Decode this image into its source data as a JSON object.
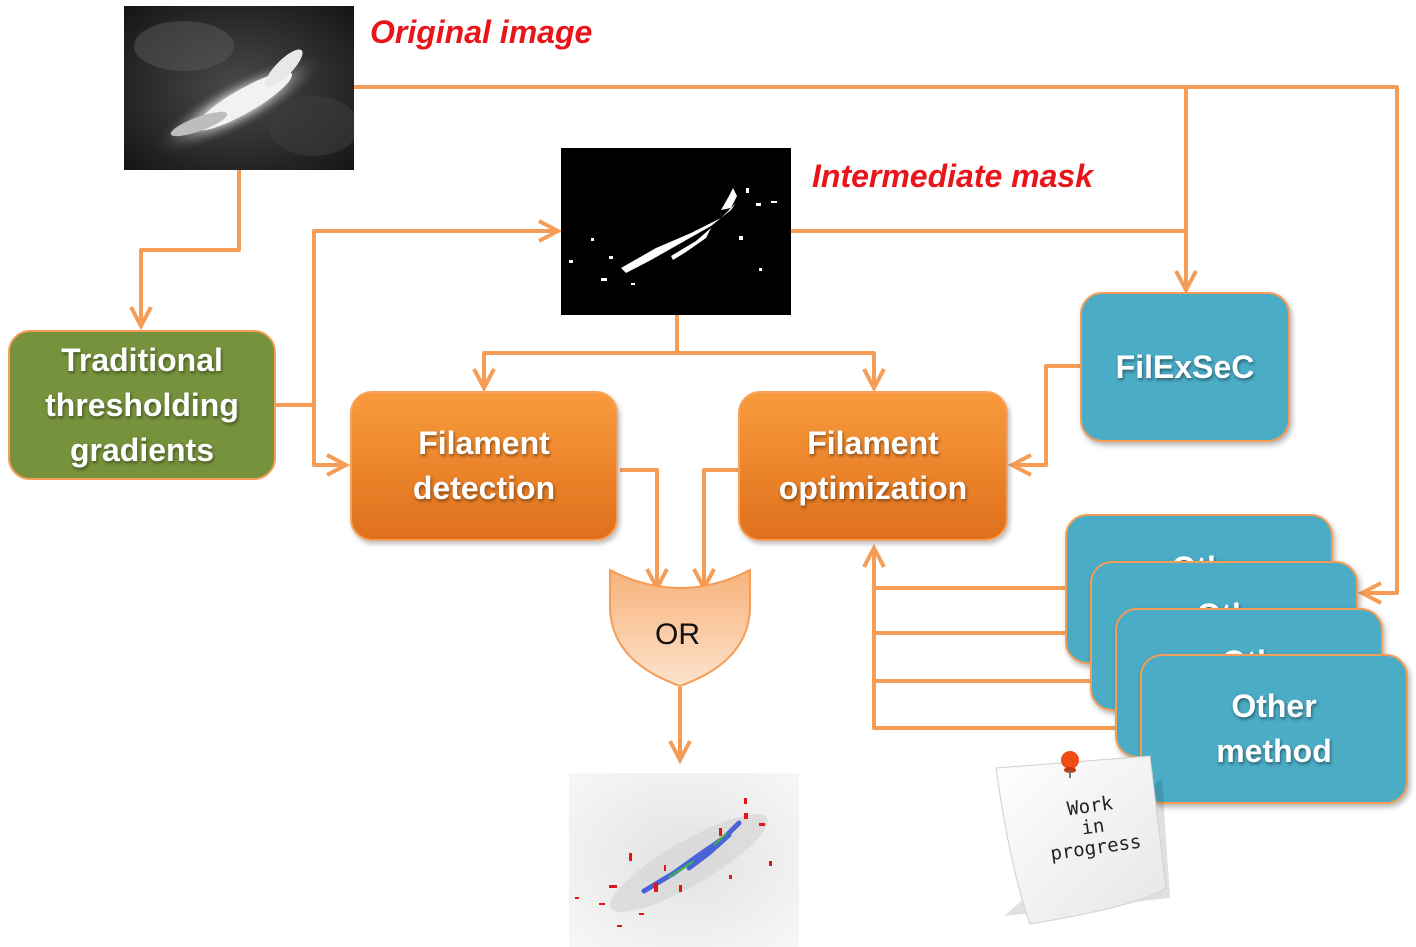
{
  "labels": {
    "original_image": "Original image",
    "intermediate_mask": "Intermediate mask"
  },
  "nodes": {
    "traditional": [
      "Traditional",
      "thresholding",
      "gradients"
    ],
    "filament_detection": [
      "Filament",
      "detection"
    ],
    "filament_optimization": [
      "Filament",
      "optimization"
    ],
    "filexsec": "FilExSeC",
    "other_method": [
      "Other",
      "method"
    ],
    "other_stacked": [
      "Oth",
      "Oth",
      "Oth"
    ]
  },
  "or_gate": "OR",
  "sticky_note": [
    "Work",
    "in",
    "progress"
  ],
  "colors": {
    "arrow": "#f59d56",
    "green_node": "#76923c",
    "orange_node": "#f08a2c",
    "teal_node": "#4bacc6",
    "label_red": "#e8161b",
    "or_gate_fill": "#fbd3b0"
  }
}
